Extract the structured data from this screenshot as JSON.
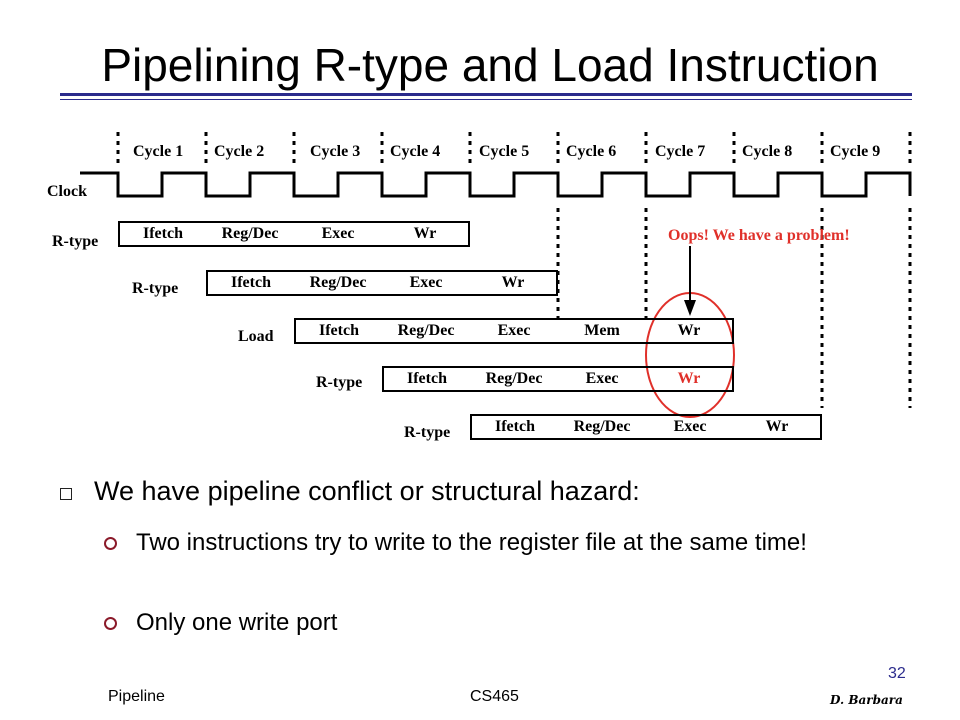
{
  "slide": {
    "title": "Pipelining R-type and Load Instruction",
    "cycles": [
      "Cycle 1",
      "Cycle 2",
      "Cycle 3",
      "Cycle 4",
      "Cycle 5",
      "Cycle 6",
      "Cycle 7",
      "Cycle 8",
      "Cycle 9"
    ],
    "clock_label": "Clock",
    "problem_text": "Oops!  We have a problem!",
    "rows": [
      {
        "label": "R-type",
        "stages": [
          "Ifetch",
          "Reg/Dec",
          "Exec",
          "Wr"
        ]
      },
      {
        "label": "R-type",
        "stages": [
          "Ifetch",
          "Reg/Dec",
          "Exec",
          "Wr"
        ]
      },
      {
        "label": "Load",
        "stages": [
          "Ifetch",
          "Reg/Dec",
          "Exec",
          "Mem",
          "Wr"
        ]
      },
      {
        "label": "R-type",
        "stages": [
          "Ifetch",
          "Reg/Dec",
          "Exec",
          "Wr"
        ]
      },
      {
        "label": "R-type",
        "stages": [
          "Ifetch",
          "Reg/Dec",
          "Exec",
          "Wr"
        ]
      }
    ],
    "bullet_main": "We have pipeline conflict or structural hazard:",
    "sub_bullets": [
      "Two instructions try to write to the register file at the same time!",
      "Only one write port"
    ],
    "accent_color": "#2b2b8c",
    "warning_color": "#e0302a"
  },
  "footer": {
    "left": "Pipeline",
    "center": "CS465",
    "page": "32",
    "author": "D. Barbara"
  }
}
